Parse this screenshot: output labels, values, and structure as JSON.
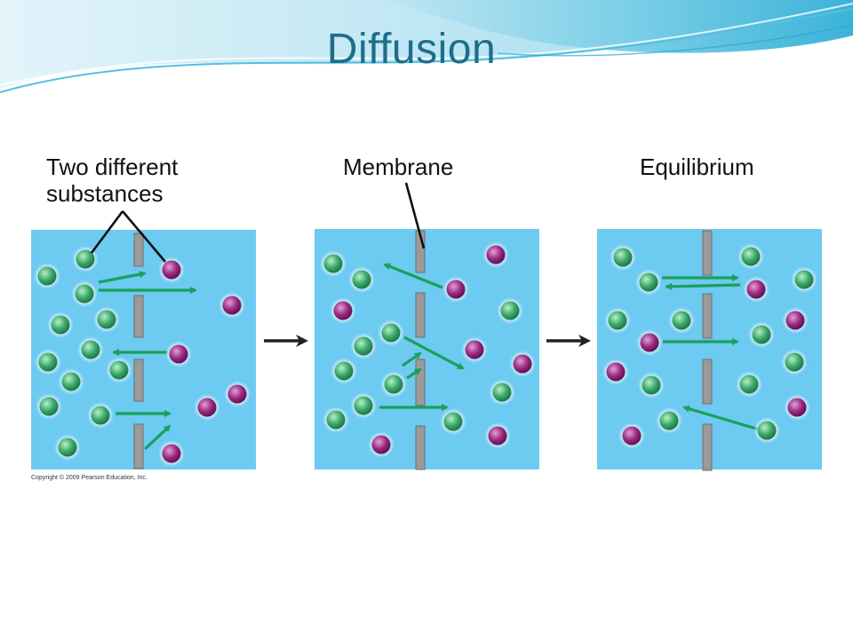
{
  "slide": {
    "title": "Diffusion",
    "copyright": "Copyright © 2009 Pearson Education, Inc."
  },
  "labels": {
    "two_different": "Two different",
    "substances": "substances",
    "membrane": "Membrane",
    "equilibrium": "Equilibrium"
  },
  "colors": {
    "title": "#1e6e8a",
    "panel_fill": "#6dcaf0",
    "membrane": "#9a9a9a",
    "green_molecule": "#2e9a5a",
    "purple_molecule": "#8b1e73",
    "arrow": "#1aa05a",
    "stage_arrow": "#222222"
  },
  "icons": {
    "stage_arrow": "right-arrow-icon",
    "molecule_a": "green-molecule",
    "molecule_b": "purple-molecule"
  }
}
